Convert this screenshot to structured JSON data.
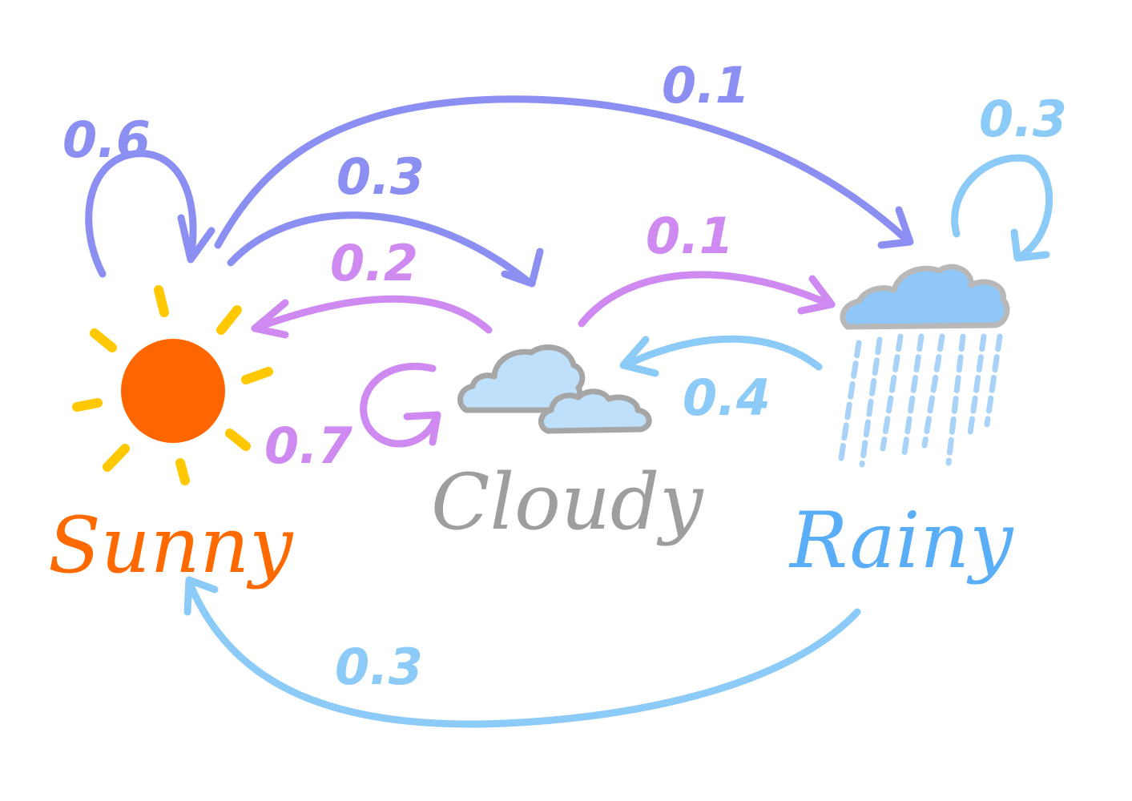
{
  "states": {
    "sunny": {
      "label": "Sunny",
      "color": "#ff6a00",
      "icon": "sun-icon"
    },
    "cloudy": {
      "label": "Cloudy",
      "color": "#9e9e9e",
      "icon": "cloud-icon"
    },
    "rainy": {
      "label": "Rainy",
      "color": "#5aaef8",
      "icon": "rain-cloud-icon"
    }
  },
  "transitions": {
    "sunny_sunny": {
      "from": "Sunny",
      "to": "Sunny",
      "probability": "0.6",
      "color": "#8c8ff2"
    },
    "sunny_cloudy": {
      "from": "Sunny",
      "to": "Cloudy",
      "probability": "0.3",
      "color": "#8c8ff2"
    },
    "sunny_rainy": {
      "from": "Sunny",
      "to": "Rainy",
      "probability": "0.1",
      "color": "#8c8ff2"
    },
    "cloudy_sunny": {
      "from": "Cloudy",
      "to": "Sunny",
      "probability": "0.2",
      "color": "#cf8af2"
    },
    "cloudy_cloudy": {
      "from": "Cloudy",
      "to": "Cloudy",
      "probability": "0.7",
      "color": "#cf8af2"
    },
    "cloudy_rainy": {
      "from": "Cloudy",
      "to": "Rainy",
      "probability": "0.1",
      "color": "#cf8af2"
    },
    "rainy_sunny": {
      "from": "Rainy",
      "to": "Sunny",
      "probability": "0.3",
      "color": "#8ccaf8"
    },
    "rainy_cloudy": {
      "from": "Rainy",
      "to": "Cloudy",
      "probability": "0.4",
      "color": "#8ccaf8"
    },
    "rainy_rainy": {
      "from": "Rainy",
      "to": "Rainy",
      "probability": "0.3",
      "color": "#8ccaf8"
    }
  }
}
